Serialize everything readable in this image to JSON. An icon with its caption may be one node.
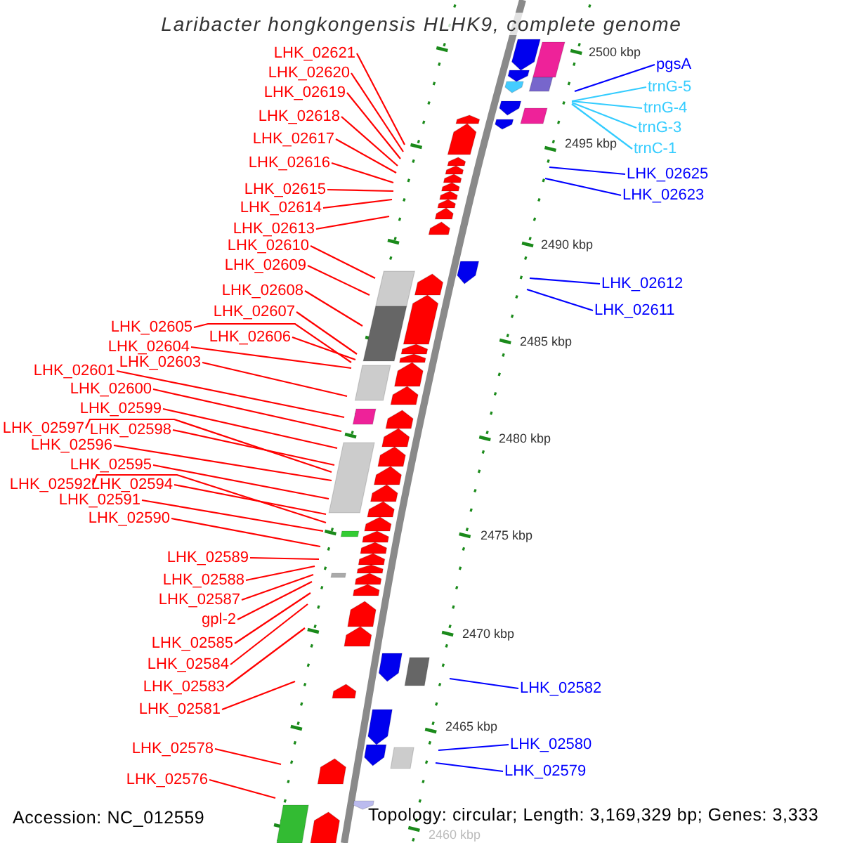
{
  "diagram": {
    "title": "Laribacter hongkongensis HLHK9, complete genome",
    "nodes": [
      {
        "text": [
          "LHK_02621"
        ]
      },
      {
        "text": [
          "LHK_02620"
        ]
      },
      {
        "text": [
          "LHK_02619"
        ]
      },
      {
        "text": [
          "LHK_02618"
        ]
      },
      {
        "text": [
          "LHK_02617"
        ]
      },
      {
        "text": [
          "LHK_02616"
        ]
      },
      {
        "text": [
          "LHK_02615"
        ]
      },
      {
        "text": [
          "LHK_02614"
        ]
      },
      {
        "text": [
          "LHK_02613"
        ]
      },
      {
        "text": [
          "LHK_02610"
        ]
      },
      {
        "text": [
          "LHK_02609"
        ]
      },
      {
        "text": [
          "LHK_02608"
        ]
      },
      {
        "text": [
          "LHK_02607"
        ]
      },
      {
        "text": [
          "LHK_02605"
        ]
      },
      {
        "text": [
          "LHK_02606"
        ]
      },
      {
        "text": [
          "LHK_02604"
        ]
      },
      {
        "text": [
          "LHK_02603"
        ]
      },
      {
        "text": [
          "LHK_02601"
        ]
      },
      {
        "text": [
          "LHK_02600"
        ]
      },
      {
        "text": [
          "LHK_02599"
        ]
      },
      {
        "text": [
          "LHK_02597"
        ]
      },
      {
        "text": [
          "LHK_02598"
        ]
      },
      {
        "text": [
          "LHK_02596"
        ]
      },
      {
        "text": [
          "LHK_02595"
        ]
      },
      {
        "text": [
          "LHK_02592"
        ]
      },
      {
        "text": [
          "LHK_02594"
        ]
      },
      {
        "text": [
          "LHK_02591"
        ]
      },
      {
        "text": [
          "LHK_02590"
        ]
      },
      {
        "text": [
          "LHK_02589"
        ]
      },
      {
        "text": [
          "LHK_02588"
        ]
      },
      {
        "text": [
          "LHK_02587"
        ]
      },
      {
        "text": [
          "gpl-2"
        ]
      },
      {
        "text": [
          "LHK_02585"
        ]
      },
      {
        "text": [
          "LHK_02584"
        ]
      },
      {
        "text": [
          "LHK_02583"
        ]
      },
      {
        "text": [
          "LHK_02581"
        ]
      },
      {
        "text": [
          "LHK_02578"
        ]
      },
      {
        "text": [
          "LHK_02576"
        ]
      },
      {
        "text": [
          "pgsA"
        ]
      },
      {
        "text": [
          "trnG-5"
        ]
      },
      {
        "text": [
          "trnG-4"
        ]
      },
      {
        "text": [
          "trnG-3"
        ]
      },
      {
        "text": [
          "trnC-1"
        ]
      },
      {
        "text": [
          "LHK_02625"
        ]
      },
      {
        "text": [
          "LHK_02623"
        ]
      },
      {
        "text": [
          "LHK_02612"
        ]
      },
      {
        "text": [
          "LHK_02611"
        ]
      },
      {
        "text": [
          "LHK_02582"
        ]
      },
      {
        "text": [
          "LHK_02580"
        ]
      },
      {
        "text": [
          "LHK_02579"
        ]
      }
    ],
    "edges": [
      {
        "from": 0,
        "to": null,
        "arrow": "none"
      },
      {
        "from": 1,
        "to": null,
        "arrow": "none"
      },
      {
        "from": 2,
        "to": null,
        "arrow": "none"
      },
      {
        "from": 3,
        "to": null,
        "arrow": "none"
      },
      {
        "from": 4,
        "to": null,
        "arrow": "none"
      },
      {
        "from": 5,
        "to": null,
        "arrow": "none"
      },
      {
        "from": 6,
        "to": null,
        "arrow": "none"
      },
      {
        "from": 7,
        "to": null,
        "arrow": "none"
      },
      {
        "from": 8,
        "to": null,
        "arrow": "none"
      },
      {
        "from": 9,
        "to": null,
        "arrow": "none"
      },
      {
        "from": 10,
        "to": null,
        "arrow": "none"
      },
      {
        "from": 11,
        "to": null,
        "arrow": "none"
      },
      {
        "from": 12,
        "to": null,
        "arrow": "none"
      },
      {
        "from": 13,
        "to": null,
        "arrow": "none"
      },
      {
        "from": 14,
        "to": null,
        "arrow": "none"
      },
      {
        "from": 15,
        "to": null,
        "arrow": "none"
      },
      {
        "from": 16,
        "to": null,
        "arrow": "none"
      },
      {
        "from": 17,
        "to": null,
        "arrow": "none"
      },
      {
        "from": 18,
        "to": null,
        "arrow": "none"
      },
      {
        "from": 19,
        "to": null,
        "arrow": "none"
      },
      {
        "from": 20,
        "to": null,
        "arrow": "none"
      },
      {
        "from": 21,
        "to": null,
        "arrow": "none"
      },
      {
        "from": 22,
        "to": null,
        "arrow": "none"
      },
      {
        "from": 23,
        "to": null,
        "arrow": "none"
      },
      {
        "from": 24,
        "to": null,
        "arrow": "none"
      },
      {
        "from": 25,
        "to": null,
        "arrow": "none"
      },
      {
        "from": 26,
        "to": null,
        "arrow": "none"
      },
      {
        "from": 27,
        "to": null,
        "arrow": "none"
      },
      {
        "from": 28,
        "to": null,
        "arrow": "none"
      },
      {
        "from": 29,
        "to": null,
        "arrow": "none"
      },
      {
        "from": 30,
        "to": null,
        "arrow": "none"
      },
      {
        "from": 31,
        "to": null,
        "arrow": "none"
      },
      {
        "from": 32,
        "to": null,
        "arrow": "none"
      },
      {
        "from": 33,
        "to": null,
        "arrow": "none"
      },
      {
        "from": 34,
        "to": null,
        "arrow": "none"
      },
      {
        "from": 35,
        "to": null,
        "arrow": "none"
      },
      {
        "from": 36,
        "to": null,
        "arrow": "none"
      },
      {
        "from": 37,
        "to": null,
        "arrow": "none"
      },
      {
        "from": 38,
        "to": null,
        "arrow": "none",
        "color": "#0000ff"
      },
      {
        "from": 39,
        "to": null,
        "arrow": "none",
        "color": "#33ccff"
      },
      {
        "from": 40,
        "to": null,
        "arrow": "none",
        "color": "#33ccff"
      },
      {
        "from": 41,
        "to": null,
        "arrow": "none",
        "color": "#33ccff"
      },
      {
        "from": 42,
        "to": null,
        "arrow": "none",
        "color": "#33ccff"
      },
      {
        "from": 43,
        "to": null,
        "arrow": "none",
        "color": "#0000ff"
      },
      {
        "from": 44,
        "to": null,
        "arrow": "none",
        "color": "#0000ff"
      },
      {
        "from": 45,
        "to": null,
        "arrow": "none",
        "color": "#0000ff"
      },
      {
        "from": 46,
        "to": null,
        "arrow": "none",
        "color": "#0000ff"
      },
      {
        "from": 47,
        "to": null,
        "arrow": "none",
        "color": "#0000ff"
      },
      {
        "from": 48,
        "to": null,
        "arrow": "none",
        "color": "#0000ff"
      },
      {
        "from": 49,
        "to": null,
        "arrow": "none",
        "color": "#0000ff"
      }
    ],
    "labels": [
      "2500 kbp",
      "2495 kbp",
      "2490 kbp",
      "2485 kbp",
      "2480 kbp",
      "2475 kbp",
      "2470 kbp",
      "2465 kbp",
      "2460 kbp",
      "Accession: NC_012559",
      "Topology: circular; Length: 3,169,329 bp; Genes: 3,333"
    ]
  }
}
